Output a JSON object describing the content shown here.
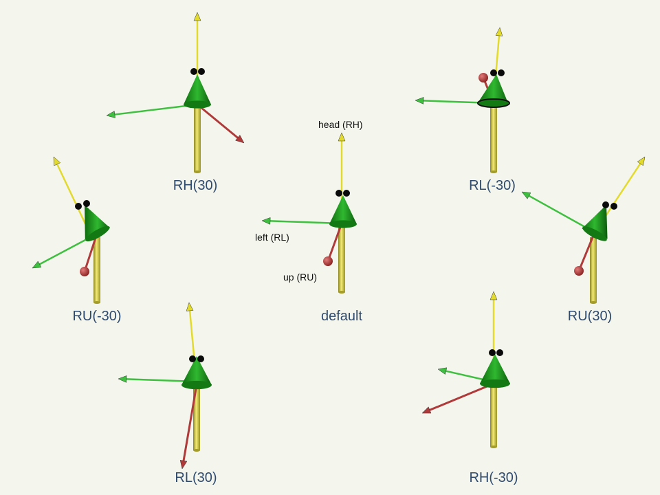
{
  "colors": {
    "background": "#f4f6ee",
    "stem": "#cfc64a",
    "head_axis": "#e3da2e",
    "left_axis": "#3fbf3f",
    "up_axis": "#b03a3a",
    "cone": "#1c9a1c",
    "caption": "#2e4a6e"
  },
  "figures": [
    {
      "id": "rh-plus",
      "caption": "RH(30)"
    },
    {
      "id": "rl-minus",
      "caption": "RL(-30)"
    },
    {
      "id": "ru-minus",
      "caption": "RU(-30)"
    },
    {
      "id": "default",
      "caption": "default"
    },
    {
      "id": "ru-plus",
      "caption": "RU(30)"
    },
    {
      "id": "rl-plus",
      "caption": "RL(30)"
    },
    {
      "id": "rh-minus",
      "caption": "RH(-30)"
    }
  ],
  "annotations": {
    "head": "head (RH)",
    "left": "left (RL)",
    "up": "up (RU)"
  }
}
